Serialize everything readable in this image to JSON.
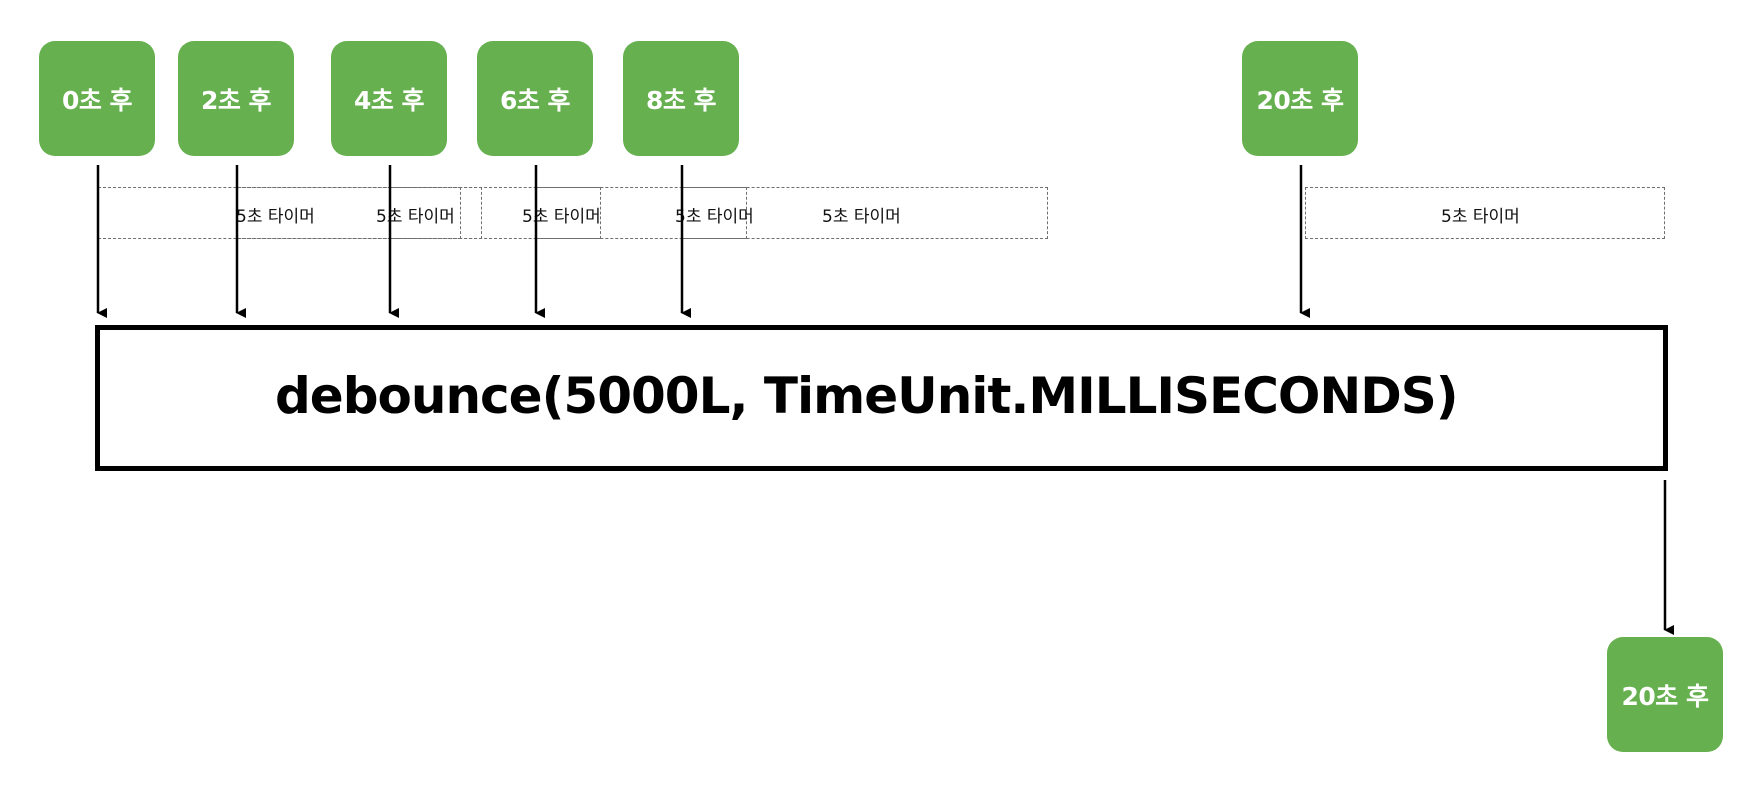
{
  "inputs": [
    {
      "label": "0초 후"
    },
    {
      "label": "2초 후"
    },
    {
      "label": "4초 후"
    },
    {
      "label": "6초 후"
    },
    {
      "label": "8초 후"
    },
    {
      "label": "20초 후"
    }
  ],
  "timers": [
    {
      "label": "5초 타이머"
    },
    {
      "label": "5초 타이머"
    },
    {
      "label": "5초 타이머"
    },
    {
      "label": "5초 타이머"
    },
    {
      "label": "5초 타이머"
    },
    {
      "label": "5초 타이머"
    }
  ],
  "operator": {
    "label": "debounce(5000L, TimeUnit.MILLISECONDS)"
  },
  "output": {
    "label": "20초 후"
  },
  "colors": {
    "box": "#66b04f",
    "box_text": "#ffffff",
    "border": "#000000",
    "timer_border": "#6f6f6f"
  }
}
